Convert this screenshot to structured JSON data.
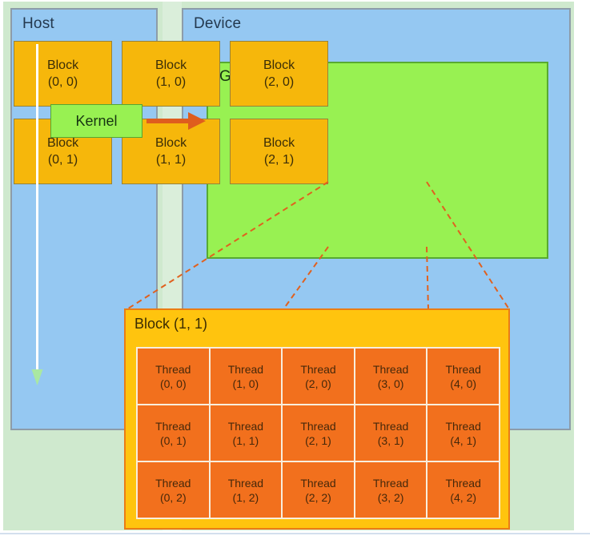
{
  "host_panel": {
    "label": "Host"
  },
  "device_panel": {
    "label": "Device"
  },
  "kernel": {
    "label": "Kernel"
  },
  "grid": {
    "label": "Grid",
    "blocks": [
      {
        "name": "Block",
        "coord": "(0, 0)"
      },
      {
        "name": "Block",
        "coord": "(1, 0)"
      },
      {
        "name": "Block",
        "coord": "(2, 0)"
      },
      {
        "name": "Block",
        "coord": "(0, 1)"
      },
      {
        "name": "Block",
        "coord": "(1, 1)"
      },
      {
        "name": "Block",
        "coord": "(2, 1)"
      }
    ]
  },
  "block_detail": {
    "title": "Block (1, 1)",
    "columns": 5,
    "rows": 3,
    "threads": [
      {
        "name": "Thread",
        "coord": "(0, 0)"
      },
      {
        "name": "Thread",
        "coord": "(1, 0)"
      },
      {
        "name": "Thread",
        "coord": "(2, 0)"
      },
      {
        "name": "Thread",
        "coord": "(3, 0)"
      },
      {
        "name": "Thread",
        "coord": "(4, 0)"
      },
      {
        "name": "Thread",
        "coord": "(0, 1)"
      },
      {
        "name": "Thread",
        "coord": "(1, 1)"
      },
      {
        "name": "Thread",
        "coord": "(2, 1)"
      },
      {
        "name": "Thread",
        "coord": "(3, 1)"
      },
      {
        "name": "Thread",
        "coord": "(4, 1)"
      },
      {
        "name": "Thread",
        "coord": "(0, 2)"
      },
      {
        "name": "Thread",
        "coord": "(1, 2)"
      },
      {
        "name": "Thread",
        "coord": "(2, 2)"
      },
      {
        "name": "Thread",
        "coord": "(3, 2)"
      },
      {
        "name": "Thread",
        "coord": "(4, 2)"
      }
    ]
  },
  "colors": {
    "background_green": "#cfe9ce",
    "gap_green": "#daeeda",
    "panel_blue": "#95c8f2",
    "bright_green": "#98f152",
    "block_gold": "#f6b70b",
    "detail_gold": "#ffc40e",
    "thread_orange": "#f2701d",
    "arrow_orange": "#df5d1e",
    "host_arrow_white": "#ffffff",
    "host_arrowhead_green": "#aae8a2"
  }
}
